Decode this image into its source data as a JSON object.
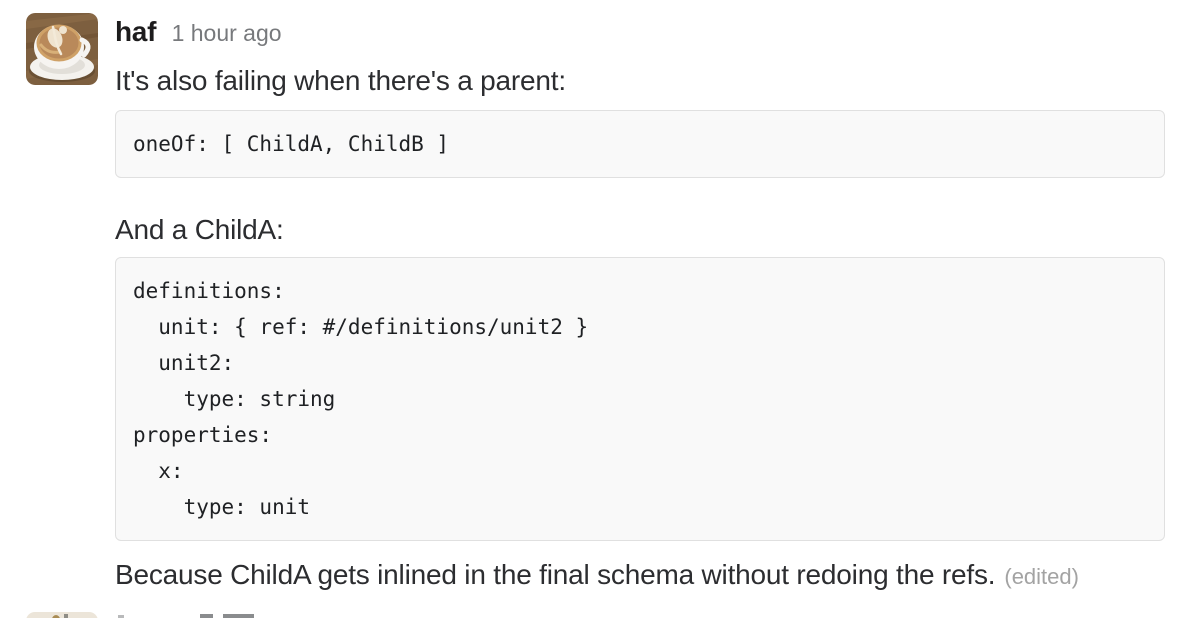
{
  "message": {
    "username": "haf",
    "timestamp": "1 hour ago",
    "avatar_description": "latte art coffee cup photo",
    "paragraph_1": "It's also failing when there's a parent:",
    "code_block_1": "oneOf: [ ChildA, ChildB ]",
    "paragraph_2": "And a ChildA:",
    "code_block_2": "definitions:\n  unit: { ref: #/definitions/unit2 }\n  unit2:\n    type: string\nproperties:\n  x:\n    type: unit",
    "paragraph_3": "Because ChildA gets inlined in the final schema without redoing the refs.",
    "edited_label": "(edited)"
  },
  "colors": {
    "body_text": "#2c2d30",
    "username_text": "#1d1c1d",
    "timestamp_text": "#77797c",
    "edited_text": "#a3a3a3",
    "code_background": "#f9f9f9",
    "code_border": "#e0e0e0",
    "code_text": "#1f2124",
    "page_background": "#ffffff"
  }
}
